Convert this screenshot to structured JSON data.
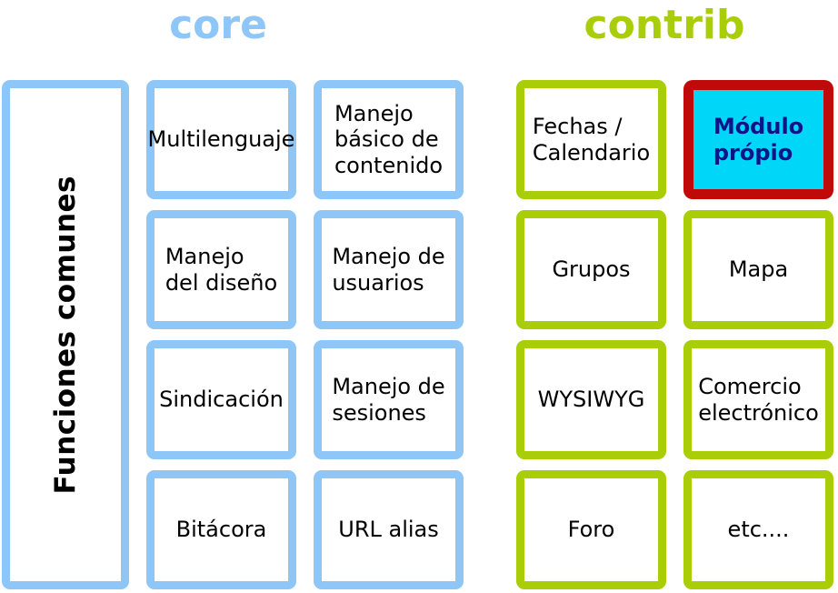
{
  "colors": {
    "blue": "#8FC6F8",
    "green": "#A9CE08",
    "red": "#C00A0A",
    "cyan": "#00D6F8",
    "navy": "#0E1388"
  },
  "titles": {
    "core": "core",
    "contrib": "contrib"
  },
  "left_column": {
    "label": "Funciones comunes"
  },
  "core": {
    "boxes": [
      {
        "label": "Multilenguaje"
      },
      {
        "label": "Manejo\nbásico de\ncontenido"
      },
      {
        "label": "Manejo\ndel diseño"
      },
      {
        "label": "Manejo de\nusuarios"
      },
      {
        "label": "Sindicación"
      },
      {
        "label": "Manejo de\nsesiones"
      },
      {
        "label": "Bitácora"
      },
      {
        "label": "URL alias"
      }
    ]
  },
  "contrib": {
    "boxes": [
      {
        "label": "Fechas /\nCalendario"
      },
      {
        "label": "Módulo\nprópio",
        "highlight": true
      },
      {
        "label": "Grupos"
      },
      {
        "label": "Mapa"
      },
      {
        "label": "WYSIWYG"
      },
      {
        "label": "Comercio\nelectrónico"
      },
      {
        "label": "Foro"
      },
      {
        "label": "etc...."
      }
    ]
  }
}
